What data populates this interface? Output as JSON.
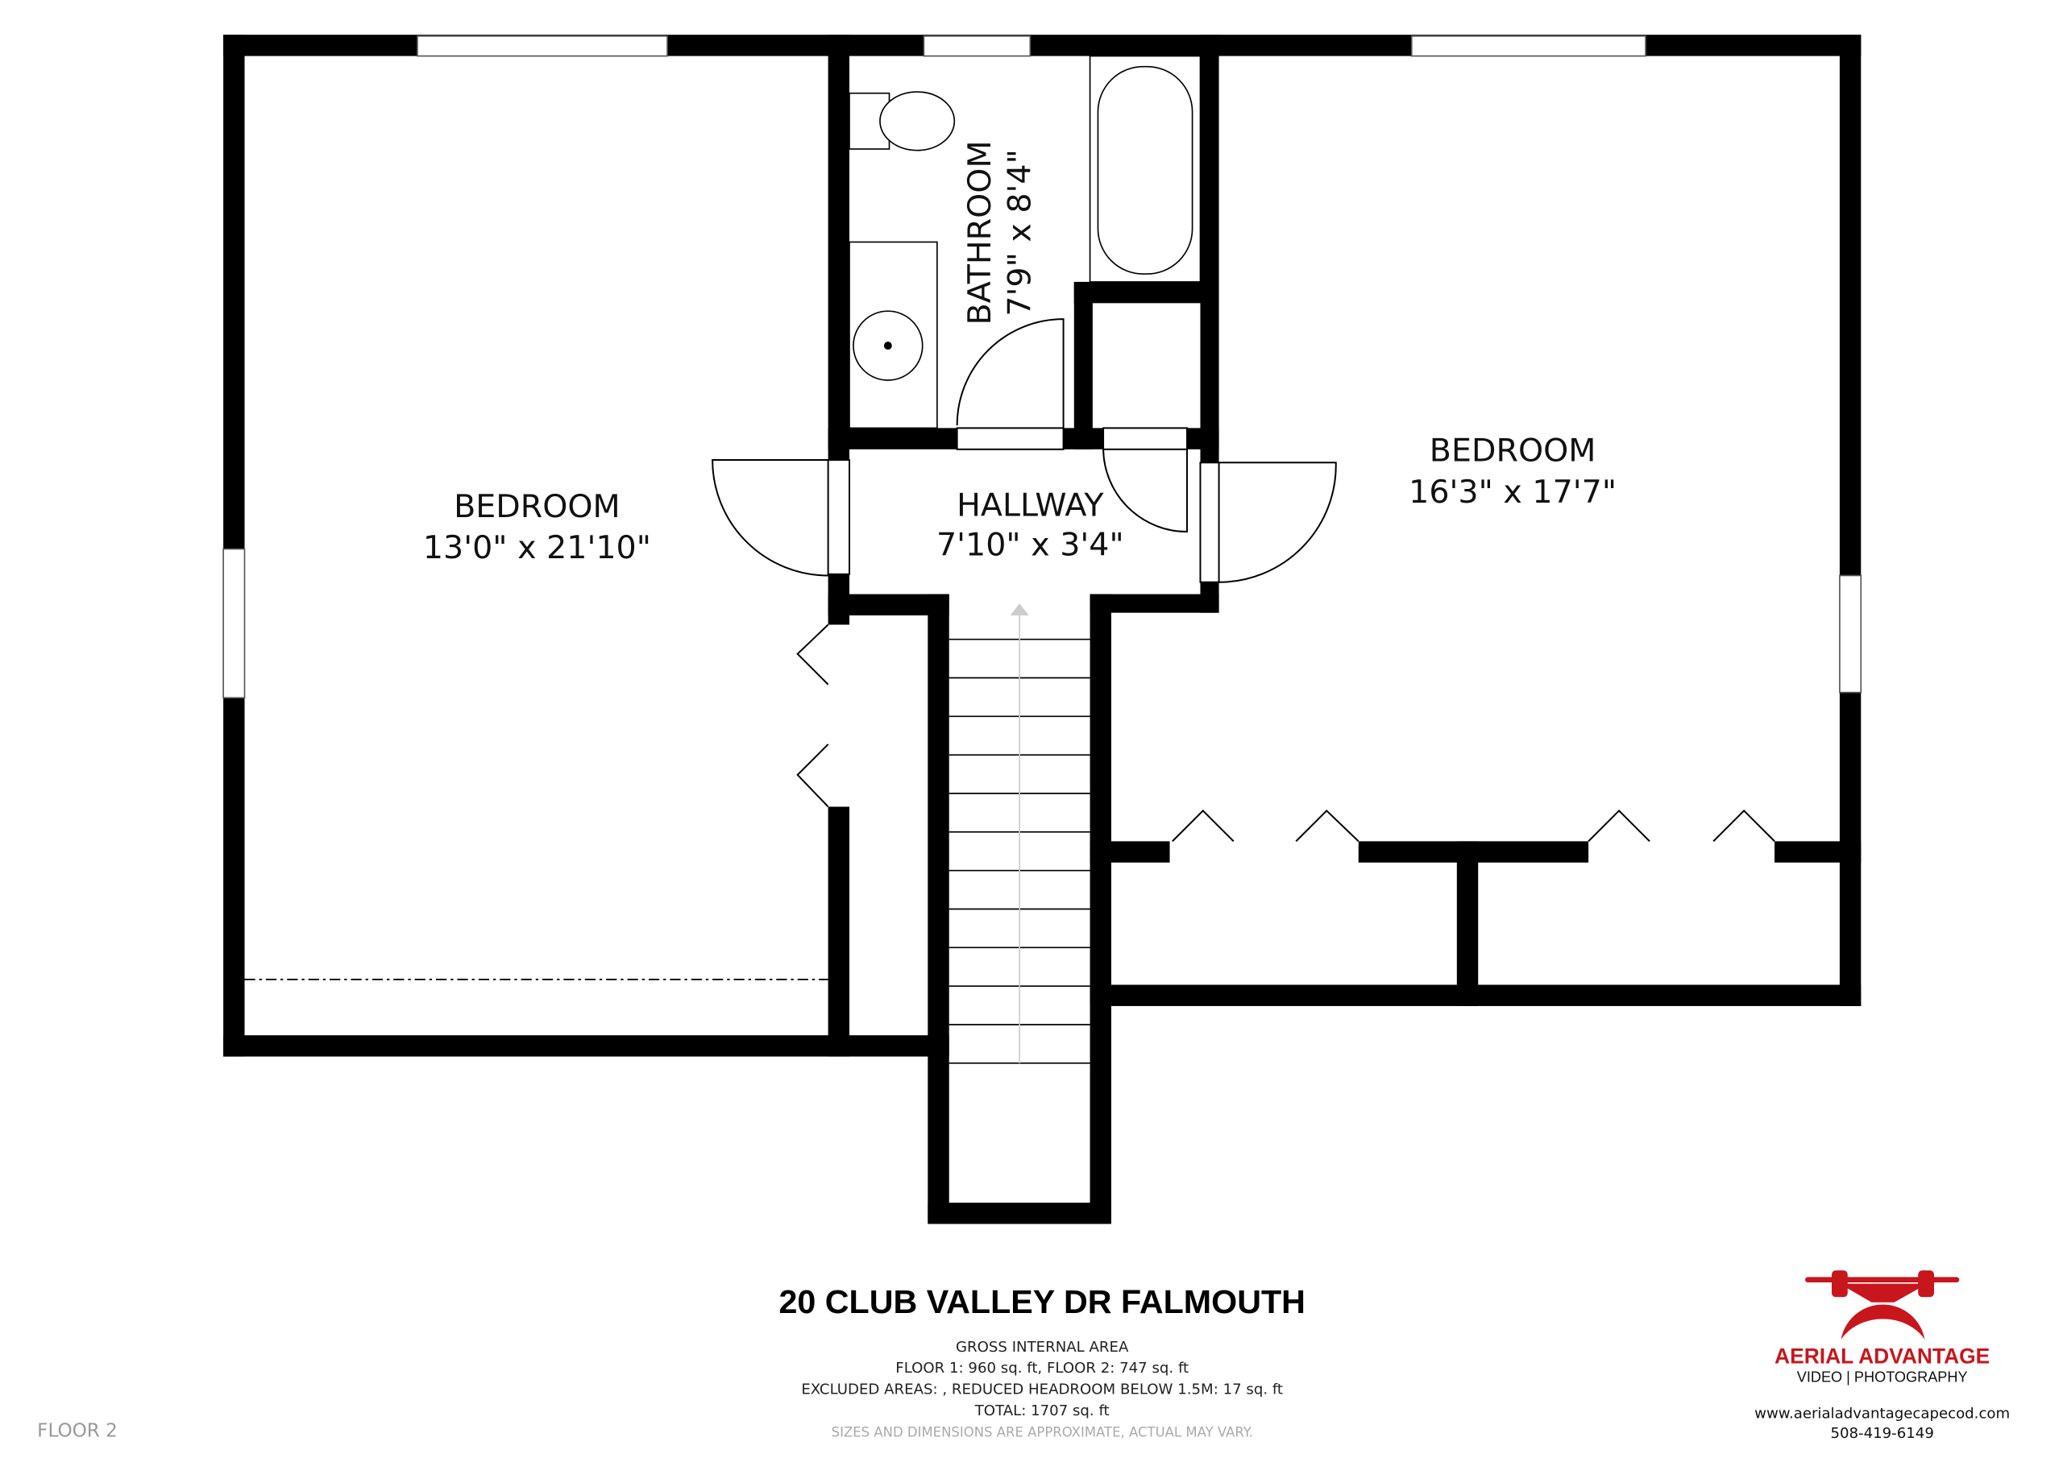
{
  "rooms": [
    {
      "name": "BEDROOM",
      "size": "13'0\" x 21'10\""
    },
    {
      "name": "BATHROOM",
      "size": "7'9\" x 8'4\""
    },
    {
      "name": "HALLWAY",
      "size": "7'10\" x 3'4\""
    },
    {
      "name": "BEDROOM",
      "size": "16'3\" x 17'7\""
    }
  ],
  "footer": {
    "address": "20 CLUB VALLEY DR FALMOUTH",
    "gia_label": "GROSS INTERNAL AREA",
    "floors": "FLOOR 1: 960 sq. ft, FLOOR 2: 747 sq. ft",
    "excluded": "EXCLUDED AREAS: , REDUCED HEADROOM BELOW 1.5M: 17 sq. ft",
    "total": "TOTAL: 1707 sq. ft",
    "disclaimer": "SIZES AND DIMENSIONS ARE APPROXIMATE, ACTUAL MAY VARY.",
    "floor_label": "FLOOR 2"
  },
  "logo": {
    "brand": "AERIAL ADVANTAGE",
    "tagline": "VIDEO | PHOTOGRAPHY",
    "website": "www.aerialadvantagecapecod.com",
    "phone": "508-419-6149",
    "brand_color": "#c8161d"
  }
}
